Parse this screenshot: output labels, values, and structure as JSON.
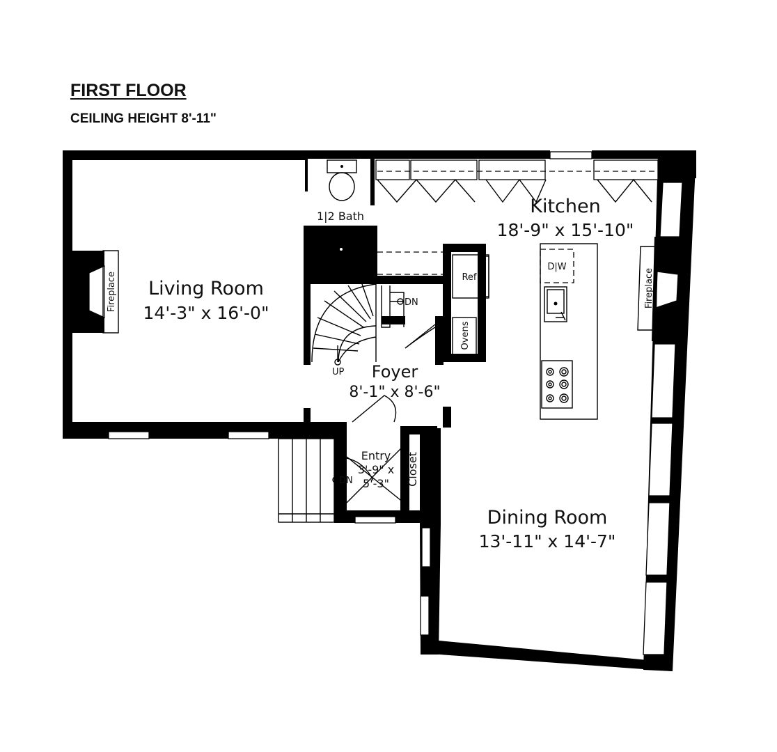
{
  "header": {
    "title": "FIRST FLOOR",
    "subtitle": "CEILING HEIGHT 8'-11\""
  },
  "rooms": {
    "living_room": {
      "name": "Living Room",
      "dims": "14'-3\" x 16'-0\""
    },
    "kitchen": {
      "name": "Kitchen",
      "dims": "18'-9\" x 15'-10\""
    },
    "foyer": {
      "name": "Foyer",
      "dims": "8'-1\" x 8'-6\""
    },
    "dining_room": {
      "name": "Dining Room",
      "dims": "13'-11\" x 14'-7\""
    },
    "entry": {
      "name": "Entry",
      "dims_line1": "3'-9\" x",
      "dims_line2": "5'-3\""
    },
    "half_bath": {
      "name": "1|2 Bath"
    },
    "closet": {
      "name": "Closet"
    }
  },
  "fixtures": {
    "fireplace_left": "Fireplace",
    "fireplace_right": "Fireplace",
    "refrigerator": "Ref",
    "ovens": "Ovens",
    "dishwasher": "D|W",
    "stair_down": "DN",
    "stair_up": "UP",
    "entry_stair_down": "DN"
  }
}
